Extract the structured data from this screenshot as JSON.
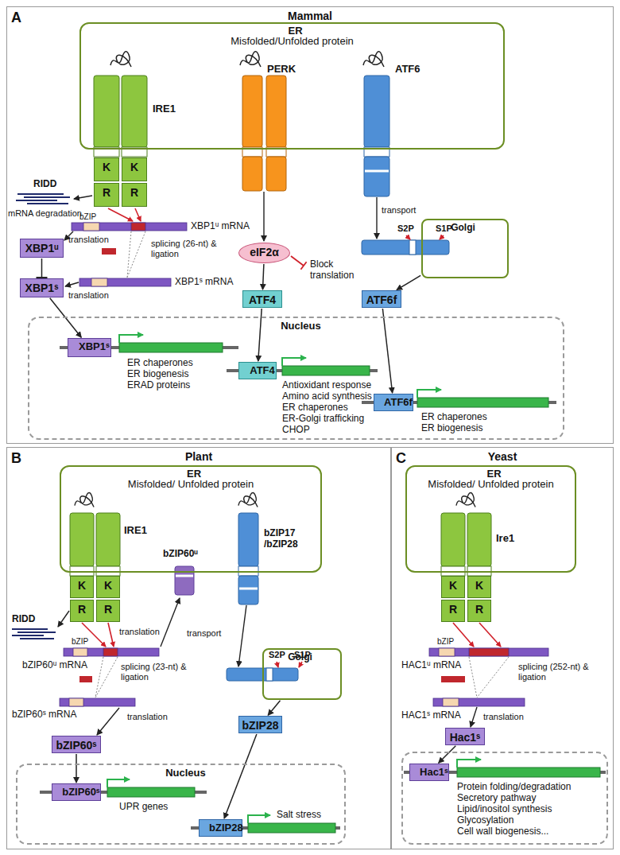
{
  "diagram": {
    "nodes": [
      {
        "text": [
          "Mammal"
        ]
      },
      {
        "text": [
          "ER",
          "Misfolded/Unfolded protein"
        ],
        "in": 0
      },
      {
        "text": [
          "K"
        ],
        "in": 0
      },
      {
        "text": [
          "K"
        ],
        "in": 0
      },
      {
        "text": [
          "R"
        ],
        "in": 0
      },
      {
        "text": [
          "R"
        ],
        "in": 0
      },
      {
        "text": [
          "XBP1ᵘ"
        ],
        "in": 0
      },
      {
        "text": [
          "XBP1ˢ"
        ],
        "in": 0
      },
      {
        "text": [
          "eIF2α"
        ],
        "in": 0
      },
      {
        "text": [
          "ATF4"
        ],
        "in": 0
      },
      {
        "text": [
          "Golgi"
        ],
        "in": 0
      },
      {
        "text": [
          "ATF6f"
        ],
        "in": 0
      },
      {
        "text": [
          "Nucleus"
        ],
        "in": 0
      },
      {
        "text": [
          "XBP1ˢ"
        ],
        "in": 12
      },
      {
        "text": [
          "ATF4"
        ],
        "in": 12
      },
      {
        "text": [
          "ATF6f"
        ],
        "in": 12
      },
      {
        "text": [
          "Plant"
        ]
      },
      {
        "text": [
          "ER",
          "Misfolded/ Unfolded protein"
        ],
        "in": 16
      },
      {
        "text": [
          "K"
        ],
        "in": 16
      },
      {
        "text": [
          "K"
        ],
        "in": 16
      },
      {
        "text": [
          "R"
        ],
        "in": 16
      },
      {
        "text": [
          "R"
        ],
        "in": 16
      },
      {
        "text": [
          "bZIP60ˢ"
        ],
        "in": 16
      },
      {
        "text": [
          "Golgi"
        ],
        "in": 16
      },
      {
        "text": [
          "bZIP28"
        ],
        "in": 16
      },
      {
        "text": [
          "Nucleus"
        ],
        "in": 16
      },
      {
        "text": [
          "bZIP60ˢ"
        ],
        "in": 25
      },
      {
        "text": [
          "bZIP28"
        ],
        "in": 25
      },
      {
        "text": [
          "Yeast"
        ]
      },
      {
        "text": [
          "ER",
          "Misfolded/ Unfolded protein"
        ],
        "in": 28
      },
      {
        "text": [
          "K"
        ],
        "in": 28
      },
      {
        "text": [
          "K"
        ],
        "in": 28
      },
      {
        "text": [
          "R"
        ],
        "in": 28
      },
      {
        "text": [
          "R"
        ],
        "in": 28
      },
      {
        "text": [
          "Hac1ˢ"
        ],
        "in": 28
      },
      {
        "text": [],
        "in": 28
      },
      {
        "text": [
          "Hac1ˢ"
        ],
        "in": 35
      }
    ],
    "edges": [
      {
        "from": 6,
        "to": 7,
        "arrow": "to"
      },
      {
        "from": 7,
        "to": 13,
        "arrow": "to"
      },
      {
        "from": 8,
        "to": 9,
        "arrow": "to"
      },
      {
        "from": 9,
        "to": 14,
        "arrow": "to"
      },
      {
        "from": 10,
        "to": 11,
        "arrow": "to"
      },
      {
        "from": 11,
        "to": 15,
        "arrow": "to"
      },
      {
        "from": 22,
        "to": 26,
        "arrow": "to"
      },
      {
        "from": 23,
        "to": 24,
        "arrow": "to"
      },
      {
        "from": 24,
        "to": 27,
        "arrow": "to"
      },
      {
        "from": 34,
        "to": 36,
        "arrow": "to"
      }
    ],
    "labels": [
      "A",
      "IRE1",
      "PERK",
      "ATF6",
      "RIDD",
      "mRNA degradation",
      "bZIP",
      "XBP1ᵘ mRNA",
      "translation",
      "splicing (26-nt) & ligation",
      "XBP1ˢ mRNA",
      "translation",
      "Block translation",
      "transport",
      "S2P",
      "S1P",
      "ER chaperones",
      "ER biogenesis",
      "ERAD proteins",
      "Antioxidant response",
      "Amino acid synthesis",
      "ER chaperones",
      "ER-Golgi trafficking",
      "CHOP",
      "ER chaperones",
      "ER biogenesis",
      "B",
      "IRE1",
      "bZIP60ᵘ",
      "bZIP17 /bZIP28",
      "RIDD",
      "translation",
      "bZIP",
      "bZIP60ᵘ mRNA",
      "splicing (23-nt) & ligation",
      "transport",
      "S2P",
      "S1P",
      "bZIP60ˢ mRNA",
      "translation",
      "UPR genes",
      "Salt stress",
      "C",
      "Ire1",
      "bZIP",
      "HAC1ᵘ mRNA",
      "splicing (252-nt) & ligation",
      "HAC1ˢ mRNA",
      "translation",
      "Protein folding/degradation",
      "Secretory pathway",
      "Lipid/inositol synthesis",
      "Glycosylation",
      "Cell wall biogenesis..."
    ]
  }
}
